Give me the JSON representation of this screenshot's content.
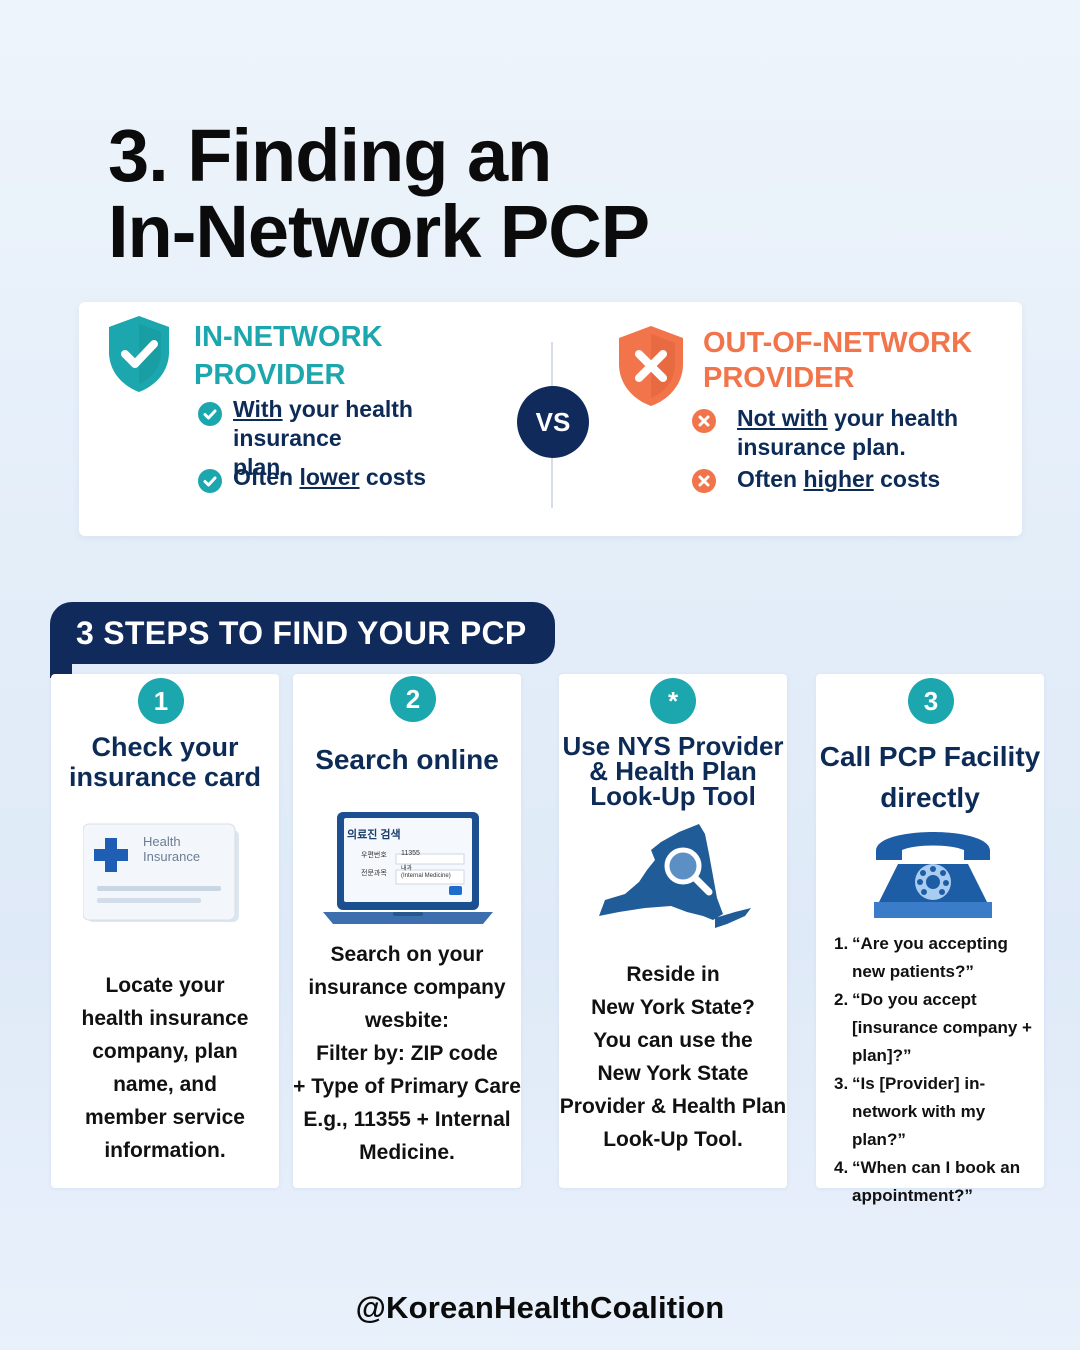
{
  "title": {
    "line1": "3. Finding an",
    "line2": "In-Network PCP"
  },
  "compare": {
    "in_network": {
      "title_line1": "IN-NETWORK",
      "title_line2": "PROVIDER",
      "bullet1_u": "With",
      "bullet1_rest_a": " your health insurance",
      "bullet1_rest_b": "plan.",
      "bullet2_pre": "Often ",
      "bullet2_u": "lower",
      "bullet2_post": " costs"
    },
    "vs": "VS",
    "out_network": {
      "title_line1": "OUT-OF-NETWORK",
      "title_line2": "PROVIDER",
      "bullet1_u": "Not with",
      "bullet1_rest_a": " your health",
      "bullet1_rest_b": "insurance plan.",
      "bullet2_pre": "Often ",
      "bullet2_u": "higher",
      "bullet2_post": " costs"
    },
    "colors": {
      "in": "#1ba7ad",
      "out": "#f2744a",
      "navy": "#102a5c"
    }
  },
  "steps_banner": "3 STEPS TO FIND YOUR PCP",
  "steps": [
    {
      "badge": "1",
      "title_lines": [
        "Check your",
        "insurance card"
      ],
      "image_text": [
        "Health",
        "Insurance"
      ],
      "body_lines": [
        "Locate your",
        "health insurance",
        "company, plan",
        "name, and",
        "member service",
        "information."
      ]
    },
    {
      "badge": "2",
      "title_lines": [
        "Search online"
      ],
      "image_text": {
        "heading": "의료진 검색",
        "row1_label": "우편번호",
        "row1_value": "11355",
        "row2_label": "전문과목",
        "row2_value_a": "내과",
        "row2_value_b": "(Internal Medicine)"
      },
      "body_lines": [
        "Search on your",
        "insurance company",
        "wesbite:",
        "Filter by: ZIP code",
        "+ Type of Primary Care",
        "E.g., 11355 + Internal",
        "Medicine."
      ]
    },
    {
      "badge": "*",
      "title_lines": [
        "Use NYS Provider",
        "& Health Plan",
        "Look-Up Tool"
      ],
      "body_lines": [
        "Reside in",
        "New York State?",
        "You can use the",
        "New York State",
        "Provider & Health Plan",
        "Look-Up Tool."
      ]
    },
    {
      "badge": "3",
      "title_lines": [
        "Call PCP Facility",
        "directly"
      ],
      "questions": [
        {
          "n": "1.",
          "lines": [
            "“Are you accepting",
            "new patients?”"
          ]
        },
        {
          "n": "2.",
          "lines": [
            "“Do you accept",
            "[insurance company +",
            "plan]?”"
          ]
        },
        {
          "n": "3.",
          "lines": [
            "“Is [Provider] in-",
            "network with my plan?”"
          ]
        },
        {
          "n": "4.",
          "lines": [
            "“When can I book an",
            "appointment?”"
          ]
        }
      ]
    }
  ],
  "footer": "@KoreanHealthCoalition"
}
